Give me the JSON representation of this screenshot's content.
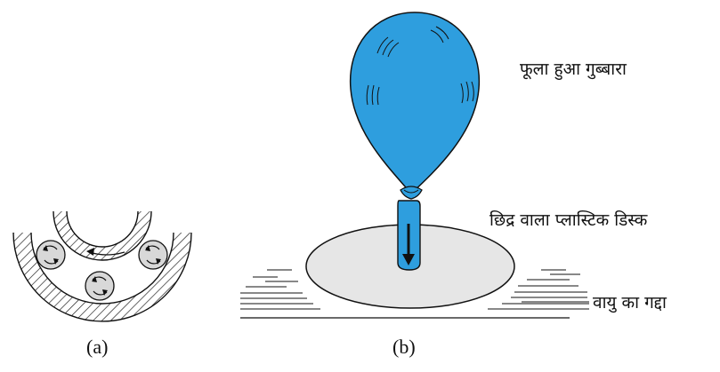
{
  "labels": {
    "balloon": "फूला हुआ गुब्बारा",
    "disc": "छिद्र वाला प्लास्टिक डिस्क",
    "air_cushion": "वायु का गद्दा"
  },
  "captions": {
    "a": "(a)",
    "b": "(b)"
  },
  "colors": {
    "balloon_fill": "#2e9ede",
    "balloon_stroke": "#111111",
    "disc_fill": "#e6e6e6",
    "line": "#111111"
  },
  "icons": {
    "arrow": "down-arrow-icon"
  }
}
